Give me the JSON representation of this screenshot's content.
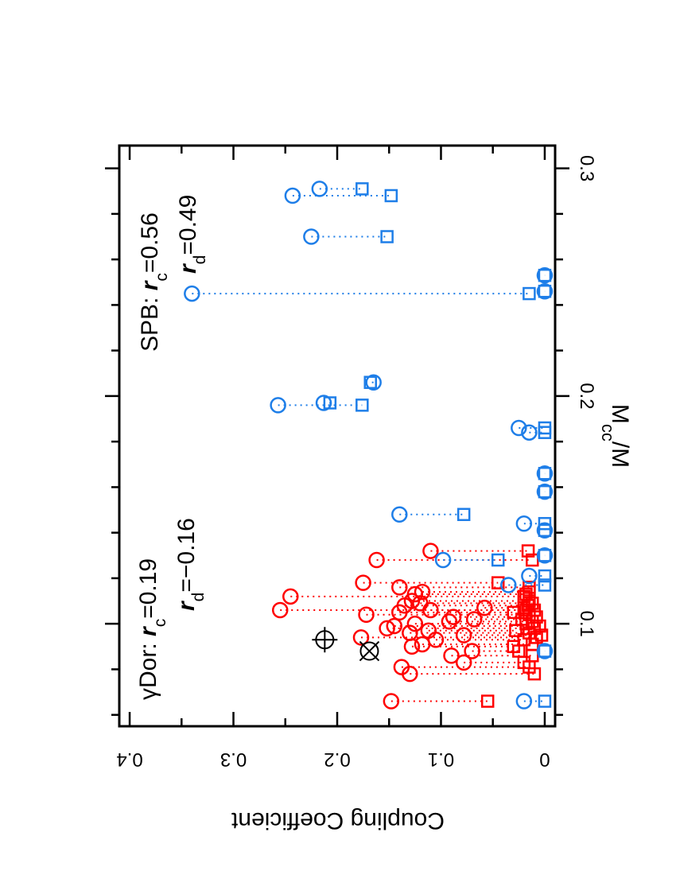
{
  "chart_data": {
    "type": "scatter",
    "orientation": "rotated-90-clockwise",
    "xlabel_main": "M",
    "xlabel_sub": "cc",
    "xlabel_suffix": "/M",
    "ylabel": "Coupling  Coefficient",
    "xlim": [
      0.055,
      0.31
    ],
    "ylim": [
      -0.01,
      0.41
    ],
    "x_ticks": [
      0.1,
      0.2,
      0.3
    ],
    "x_tick_labels": [
      "0.1",
      "0.2",
      "0.3"
    ],
    "y_ticks": [
      0,
      0.1,
      0.2,
      0.3,
      0.4
    ],
    "y_tick_labels": [
      "0",
      "0.1",
      "0.2",
      "0.3",
      "0.4"
    ],
    "colors": {
      "gdor": "#ff0000",
      "spb": "#1e7ee8",
      "ref": "#000000"
    },
    "annotations": {
      "gdor_rc": {
        "prefix": "γDor: ",
        "var": "r",
        "sub": "c",
        "value": "=0.19"
      },
      "gdor_rd": {
        "var": "r",
        "sub": "d",
        "value": "=−0.16"
      },
      "spb_rc": {
        "prefix": "SPB: ",
        "var": "r",
        "sub": "c",
        "value": "=0.56"
      },
      "spb_rd": {
        "var": "r",
        "sub": "d",
        "value": "=0.49"
      }
    },
    "series": [
      {
        "name": "γDor",
        "circle_marker": "c",
        "square_marker": "d",
        "points": [
          {
            "x": 0.066,
            "c": 0.148,
            "d": 0.055
          },
          {
            "x": 0.078,
            "c": 0.13,
            "d": 0.01
          },
          {
            "x": 0.081,
            "c": 0.138,
            "d": 0.015
          },
          {
            "x": 0.083,
            "c": 0.078,
            "d": 0.02
          },
          {
            "x": 0.086,
            "c": 0.09,
            "d": 0.012
          },
          {
            "x": 0.088,
            "c": 0.07,
            "d": 0.025
          },
          {
            "x": 0.09,
            "c": 0.128,
            "d": 0.03
          },
          {
            "x": 0.091,
            "c": 0.118,
            "d": 0.012
          },
          {
            "x": 0.093,
            "c": 0.105,
            "d": 0.02
          },
          {
            "x": 0.094,
            "c": 0.177,
            "d": 0.008
          },
          {
            "x": 0.095,
            "c": 0.078,
            "d": 0.003
          },
          {
            "x": 0.096,
            "c": 0.13,
            "d": 0.015
          },
          {
            "x": 0.097,
            "c": 0.112,
            "d": 0.028
          },
          {
            "x": 0.098,
            "c": 0.152,
            "d": 0.01
          },
          {
            "x": 0.099,
            "c": 0.145,
            "d": 0.005
          },
          {
            "x": 0.1,
            "c": 0.125,
            "d": 0.018
          },
          {
            "x": 0.101,
            "c": 0.092,
            "d": 0.012
          },
          {
            "x": 0.102,
            "c": 0.068,
            "d": 0.022
          },
          {
            "x": 0.103,
            "c": 0.088,
            "d": 0.008
          },
          {
            "x": 0.104,
            "c": 0.172,
            "d": 0.015
          },
          {
            "x": 0.105,
            "c": 0.14,
            "d": 0.03
          },
          {
            "x": 0.106,
            "c": 0.11,
            "d": 0.01
          },
          {
            "x": 0.107,
            "c": 0.058,
            "d": 0.02
          },
          {
            "x": 0.108,
            "c": 0.135,
            "d": 0.016
          },
          {
            "x": 0.109,
            "c": 0.12,
            "d": 0.012
          },
          {
            "x": 0.11,
            "c": 0.128,
            "d": 0.015
          },
          {
            "x": 0.112,
            "c": 0.245,
            "d": 0.02
          },
          {
            "x": 0.113,
            "c": 0.125,
            "d": 0.018
          },
          {
            "x": 0.114,
            "c": 0.118,
            "d": 0.015
          },
          {
            "x": 0.116,
            "c": 0.14,
            "d": 0.015
          },
          {
            "x": 0.118,
            "c": 0.175,
            "d": 0.045
          },
          {
            "x": 0.128,
            "c": 0.162,
            "d": 0.012
          },
          {
            "x": 0.132,
            "c": 0.11,
            "d": 0.016
          },
          {
            "x": 0.106,
            "c": 0.255,
            "d": 0.018
          }
        ]
      },
      {
        "name": "SPB",
        "circle_marker": "c",
        "square_marker": "d",
        "points": [
          {
            "x": 0.066,
            "c": 0.02,
            "d": 0.0
          },
          {
            "x": 0.088,
            "c": 0.0,
            "d": 0.0
          },
          {
            "x": 0.117,
            "c": 0.035,
            "d": 0.0
          },
          {
            "x": 0.121,
            "c": 0.015,
            "d": 0.0
          },
          {
            "x": 0.128,
            "c": 0.098,
            "d": 0.045
          },
          {
            "x": 0.13,
            "c": 0.0,
            "d": 0.0
          },
          {
            "x": 0.141,
            "c": 0.0,
            "d": 0.0
          },
          {
            "x": 0.144,
            "c": 0.02,
            "d": 0.0
          },
          {
            "x": 0.148,
            "c": 0.14,
            "d": 0.078
          },
          {
            "x": 0.158,
            "c": 0.0,
            "d": 0.0
          },
          {
            "x": 0.166,
            "c": 0.0,
            "d": 0.0
          },
          {
            "x": 0.184,
            "c": 0.015,
            "d": 0.0
          },
          {
            "x": 0.186,
            "c": 0.025,
            "d": 0.0
          },
          {
            "x": 0.196,
            "c": 0.257,
            "d": 0.176
          },
          {
            "x": 0.197,
            "c": 0.213,
            "d": 0.207
          },
          {
            "x": 0.206,
            "c": 0.165,
            "d": 0.168
          },
          {
            "x": 0.245,
            "c": 0.34,
            "d": 0.015
          },
          {
            "x": 0.246,
            "c": 0.0,
            "d": 0.0
          },
          {
            "x": 0.253,
            "c": 0.0,
            "d": 0.0
          },
          {
            "x": 0.27,
            "c": 0.225,
            "d": 0.152
          },
          {
            "x": 0.288,
            "c": 0.243,
            "d": 0.148
          },
          {
            "x": 0.291,
            "c": 0.217,
            "d": 0.176
          }
        ]
      }
    ],
    "reference_points": [
      {
        "x": 0.093,
        "y": 0.212,
        "marker": "plus-circle"
      },
      {
        "x": 0.088,
        "y": 0.169,
        "marker": "x-circle"
      }
    ]
  }
}
